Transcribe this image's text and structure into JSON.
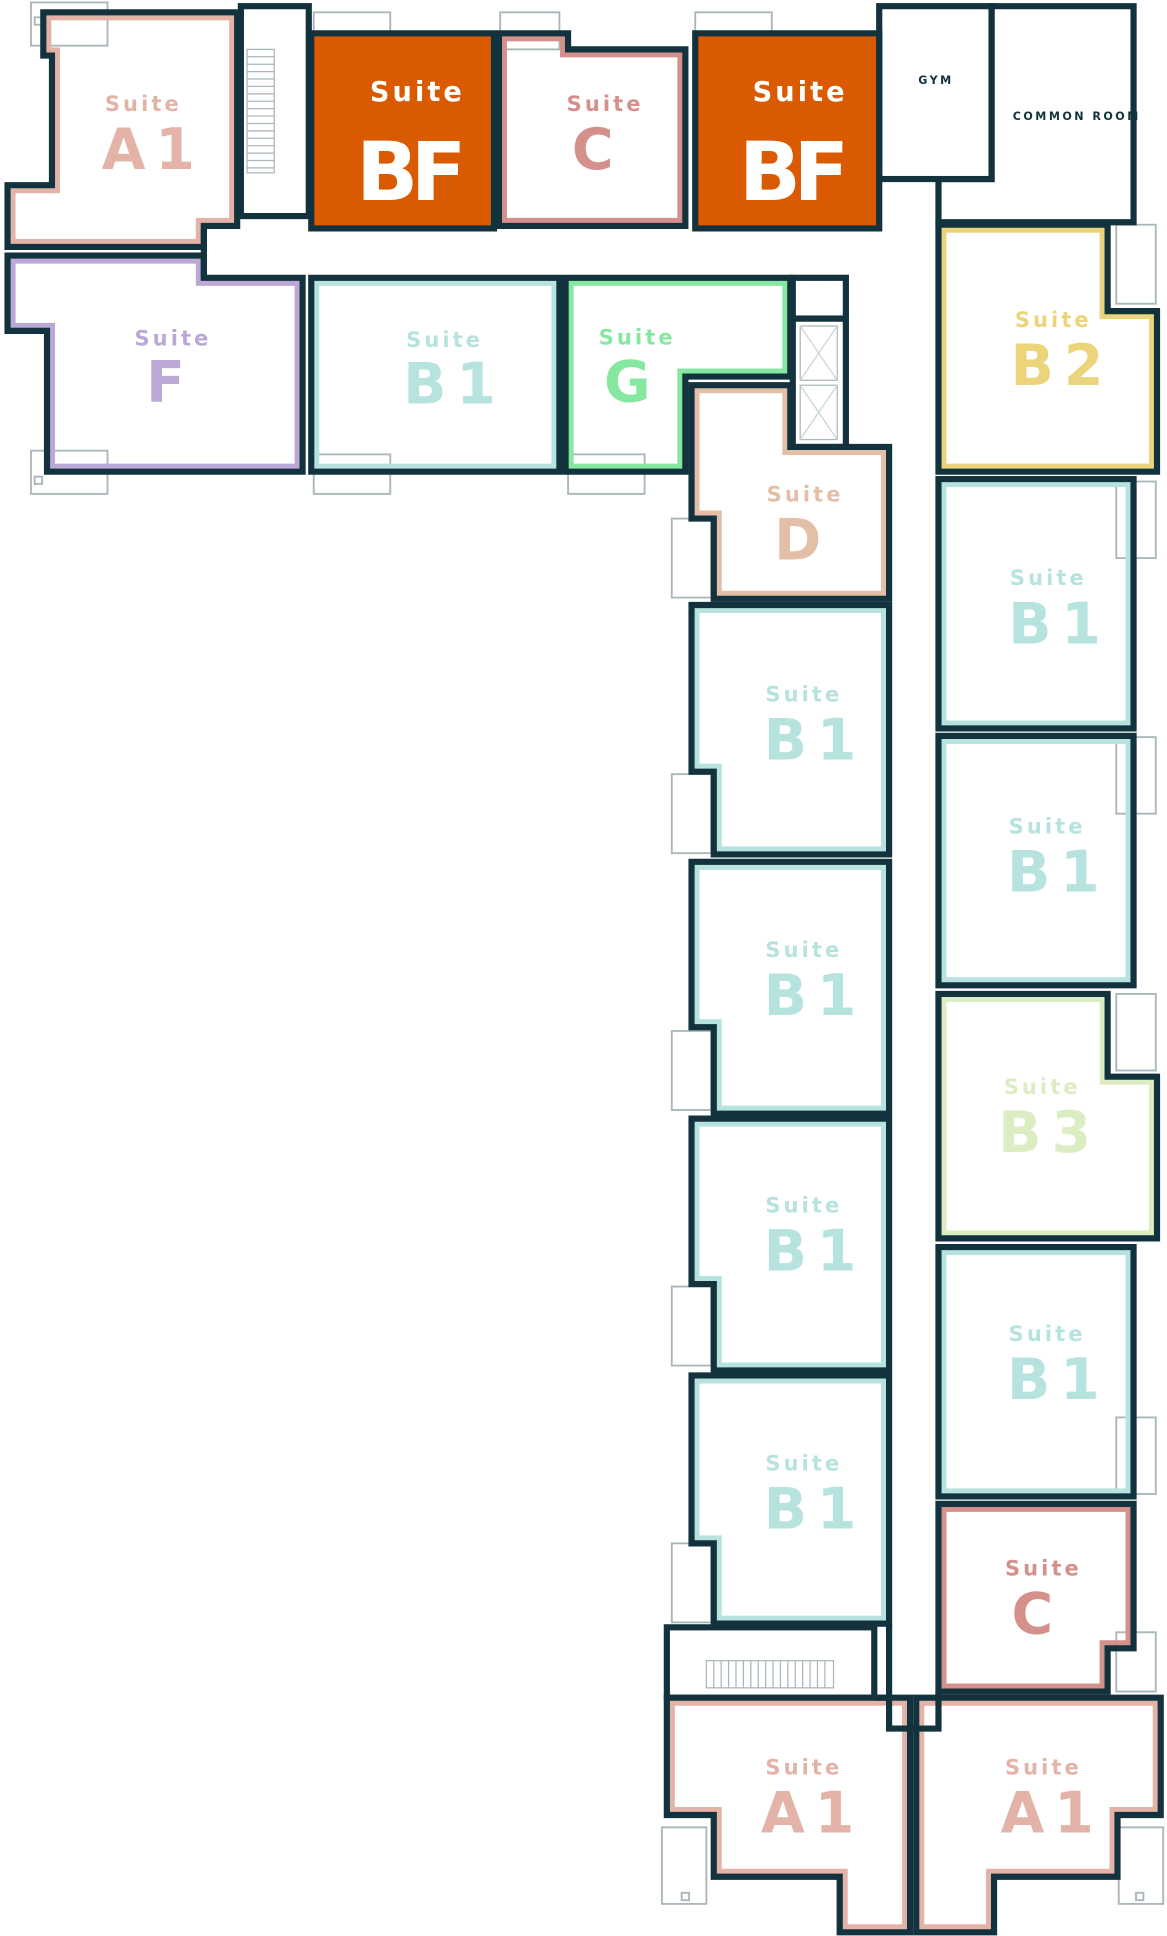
{
  "colors": {
    "wall": "#12323d",
    "a1": "#e3b3a8",
    "bf": "#d95a00",
    "bf_text": "#ffffff",
    "c": "#d4918c",
    "f": "#bba8d6",
    "b1": "#b7e3df",
    "g": "#86e8a0",
    "d": "#e3bfa8",
    "b2": "#ecd47c",
    "b3": "#dcedc3"
  },
  "suite_word": "Suite",
  "codes": {
    "a1": "A1",
    "bf": "BF",
    "c": "C",
    "f": "F",
    "b1": "B1",
    "g": "G",
    "d": "D",
    "b2": "B2",
    "b3": "B3"
  },
  "rooms": {
    "gym": "GYM",
    "common_room": "COMMON ROOM"
  }
}
